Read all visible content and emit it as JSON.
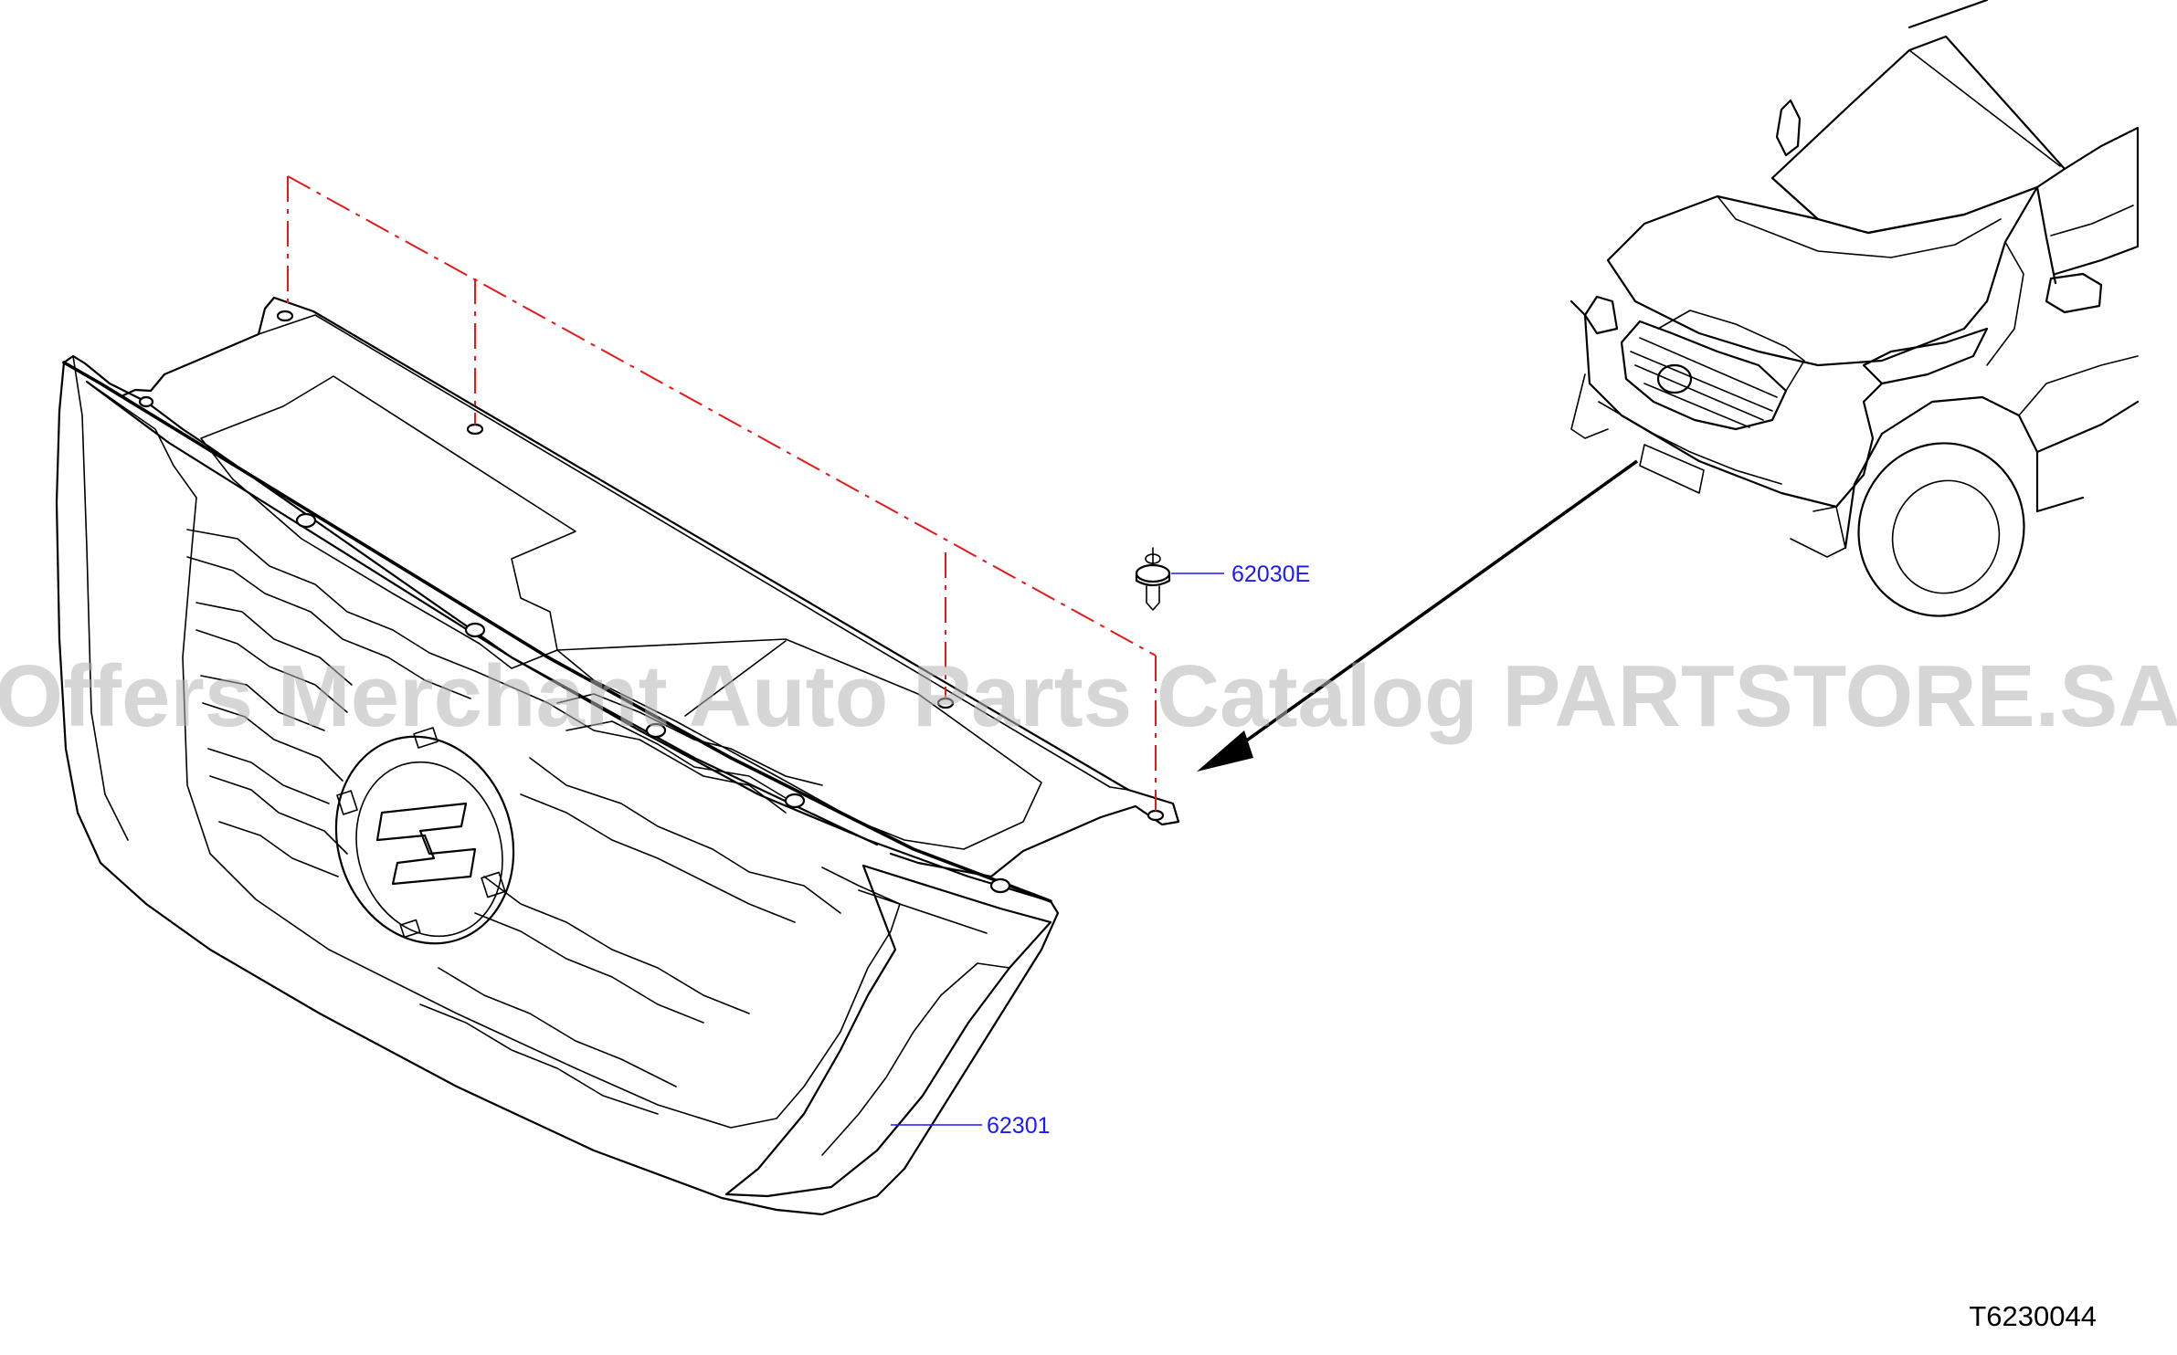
{
  "parts": [
    {
      "number": "62030E"
    },
    {
      "number": "62301"
    }
  ],
  "reference_code": "T6230044",
  "watermark": "Offers Merchant Auto Parts Catalog PARTSTORE.SA",
  "colors": {
    "line": "#000000",
    "part_label": "#1a1aff",
    "mounting_guide": "#e41a1a",
    "watermark": "#b4b4b4"
  },
  "icons": {
    "clip": "clip-icon",
    "grille": "grille-assembly",
    "vehicle": "vehicle-illustration",
    "arrow": "location-arrow"
  }
}
